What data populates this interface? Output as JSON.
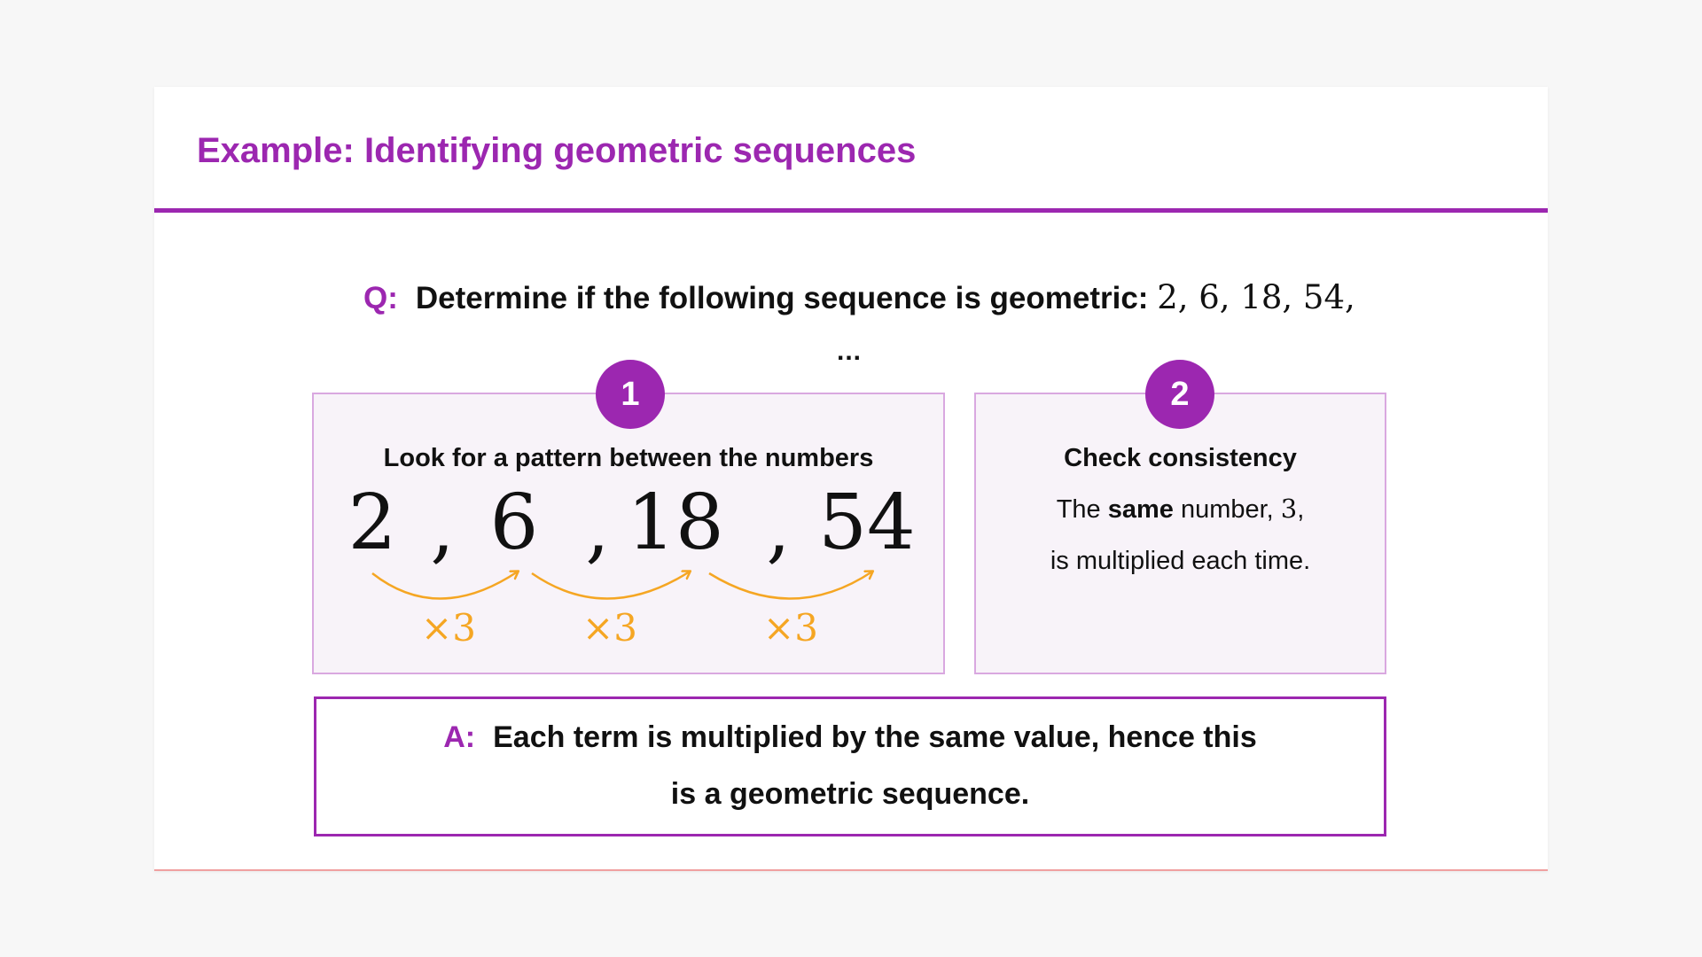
{
  "title": "Example: Identifying geometric sequences",
  "question": {
    "label": "Q:",
    "text": "Determine if the following sequence is geometric:",
    "sequence": "2, 6, 18, 54,",
    "ellipsis": "..."
  },
  "step1": {
    "number": "1",
    "heading": "Look for a pattern between the numbers",
    "terms": [
      "2",
      "6",
      "18",
      "54"
    ],
    "separator": ",",
    "multiplier": "×3"
  },
  "step2": {
    "number": "2",
    "heading": "Check consistency",
    "line1_pre": "The ",
    "line1_bold": "same",
    "line1_post": " number, ",
    "line1_math": "3",
    "line1_end": ",",
    "line2": "is multiplied each time."
  },
  "answer": {
    "label": "A:",
    "line1": "Each term is multiplied by the same value, hence this",
    "line2": "is a geometric sequence."
  },
  "colors": {
    "accent": "#9c27b0",
    "box_background": "#f8f3f9",
    "box_border": "#d9a8e0",
    "arrow": "#f5a623"
  }
}
